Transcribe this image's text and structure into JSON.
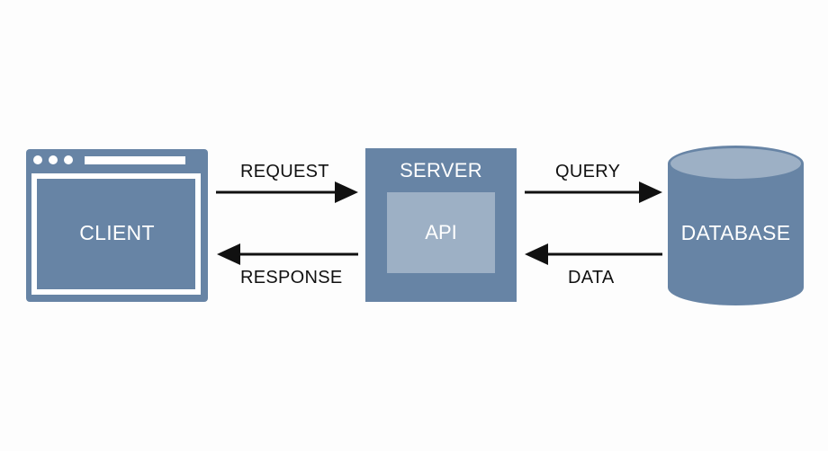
{
  "nodes": {
    "client": {
      "label": "CLIENT"
    },
    "server": {
      "label": "SERVER",
      "inner_label": "API"
    },
    "database": {
      "label": "DATABASE"
    }
  },
  "edges": {
    "request": {
      "label": "REQUEST",
      "from": "CLIENT",
      "to": "SERVER"
    },
    "response": {
      "label": "RESPONSE",
      "from": "SERVER",
      "to": "CLIENT"
    },
    "query": {
      "label": "QUERY",
      "from": "SERVER",
      "to": "DATABASE"
    },
    "data": {
      "label": "DATA",
      "from": "DATABASE",
      "to": "SERVER"
    }
  },
  "colors": {
    "node_fill": "#6784a5",
    "node_light": "#9db0c5",
    "arrow": "#111111",
    "background": "#fdfdfd"
  }
}
